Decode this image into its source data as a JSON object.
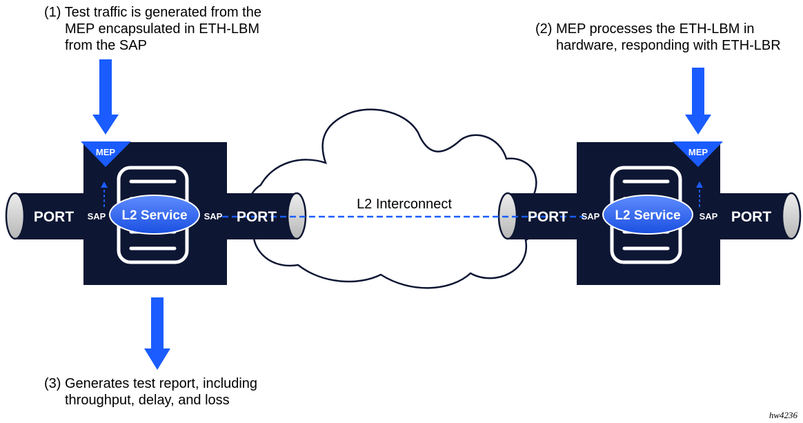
{
  "colors": {
    "accent": "#1a5cff",
    "node_fill": "#0d1633",
    "cloud_stroke": "#0d1633",
    "pipe_gray": "#c8c8c8"
  },
  "annotations": {
    "step1": [
      "(1) Test traffic is generated from the",
      "MEP encapsulated in ETH-LBM",
      "from the SAP"
    ],
    "step2": [
      "(2) MEP processes the ETH-LBM in",
      "hardware, responding with ETH-LBR"
    ],
    "step3": [
      "(3) Generates test report, including",
      "throughput, delay, and loss"
    ]
  },
  "labels": {
    "interconnect": "L2 Interconnect",
    "port": "PORT",
    "sap": "SAP",
    "mep": "MEP",
    "service": "L2 Service"
  },
  "figure_id": "hw4236"
}
